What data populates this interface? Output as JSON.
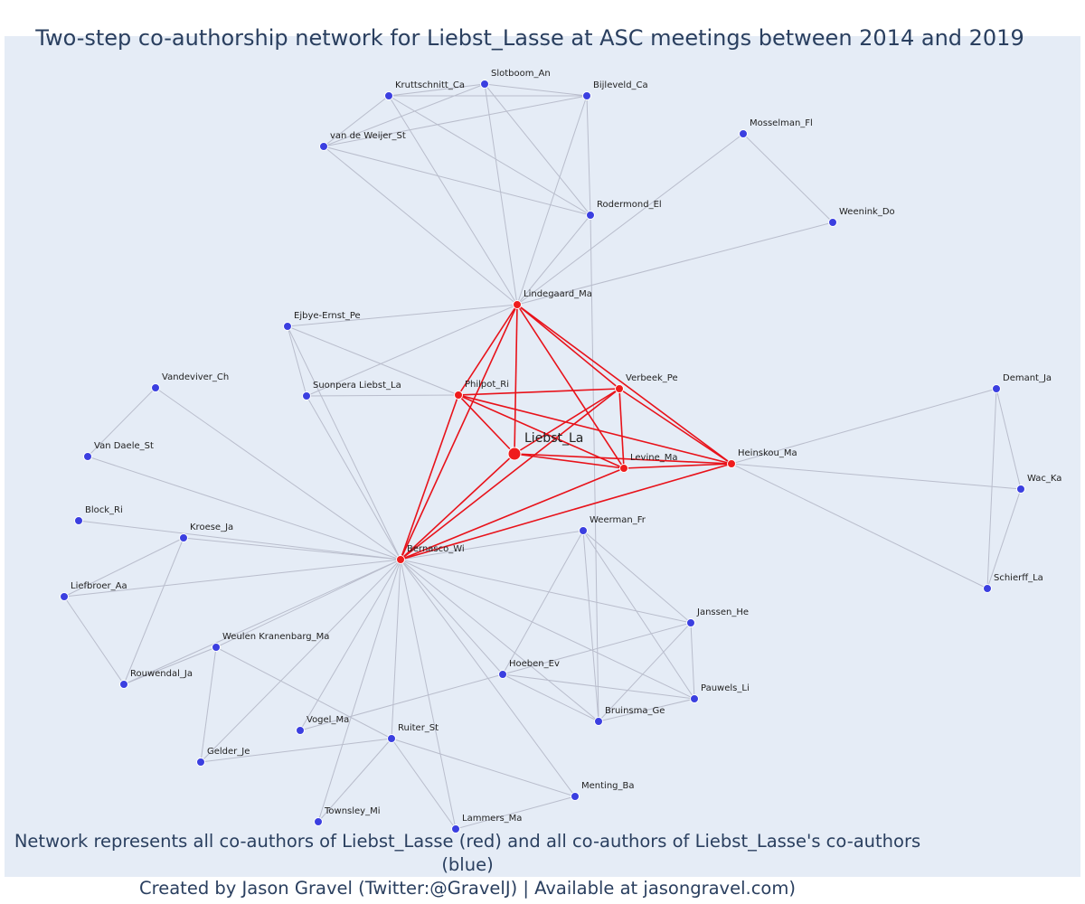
{
  "title": "Two-step co-authorship network for Liebst_Lasse at ASC meetings between 2014 and 2019",
  "footer": {
    "line1": "Network represents all co-authors of Liebst_Lasse (red) and all co-authors of Liebst_Lasse's co-authors (blue)",
    "line2": "Created by Jason Gravel (Twitter:@GravelJ) | Available at jasongravel.com)"
  },
  "colors": {
    "background": "#e5ecf6",
    "red_node": "#ef1c1c",
    "blue_node": "#3b3fe0",
    "red_edge": "#e8121a",
    "gray_edge": "#b9bdcc",
    "text": "#2a3f5f"
  },
  "network": {
    "ego": "Liebst_La",
    "nodes": [
      {
        "id": "Liebst_La",
        "type": "ego"
      },
      {
        "id": "Lindegaard_Ma",
        "type": "red"
      },
      {
        "id": "Philpot_Ri",
        "type": "red"
      },
      {
        "id": "Verbeek_Pe",
        "type": "red"
      },
      {
        "id": "Levine_Ma",
        "type": "red"
      },
      {
        "id": "Heinskou_Ma",
        "type": "red"
      },
      {
        "id": "Bernasco_Wi",
        "type": "red"
      },
      {
        "id": "Slotboom_An",
        "type": "blue"
      },
      {
        "id": "Kruttschnitt_Ca",
        "type": "blue"
      },
      {
        "id": "Bijleveld_Ca",
        "type": "blue"
      },
      {
        "id": "van de Weijer_St",
        "type": "blue"
      },
      {
        "id": "Mosselman_Fl",
        "type": "blue"
      },
      {
        "id": "Rodermond_El",
        "type": "blue"
      },
      {
        "id": "Weenink_Do",
        "type": "blue"
      },
      {
        "id": "Ejbye-Ernst_Pe",
        "type": "blue"
      },
      {
        "id": "Suonpera Liebst_La",
        "type": "blue"
      },
      {
        "id": "Vandeviver_Ch",
        "type": "blue"
      },
      {
        "id": "Van Daele_St",
        "type": "blue"
      },
      {
        "id": "Block_Ri",
        "type": "blue"
      },
      {
        "id": "Kroese_Ja",
        "type": "blue"
      },
      {
        "id": "Liefbroer_Aa",
        "type": "blue"
      },
      {
        "id": "Weulen Kranenbarg_Ma",
        "type": "blue"
      },
      {
        "id": "Rouwendal_Ja",
        "type": "blue"
      },
      {
        "id": "Demant_Ja",
        "type": "blue"
      },
      {
        "id": "Wac_Ka",
        "type": "blue"
      },
      {
        "id": "Schierff_La",
        "type": "blue"
      },
      {
        "id": "Weerman_Fr",
        "type": "blue"
      },
      {
        "id": "Janssen_He",
        "type": "blue"
      },
      {
        "id": "Hoeben_Ev",
        "type": "blue"
      },
      {
        "id": "Pauwels_Li",
        "type": "blue"
      },
      {
        "id": "Bruinsma_Ge",
        "type": "blue"
      },
      {
        "id": "Vogel_Ma",
        "type": "blue"
      },
      {
        "id": "Ruiter_St",
        "type": "blue"
      },
      {
        "id": "Gelder_Je",
        "type": "blue"
      },
      {
        "id": "Menting_Ba",
        "type": "blue"
      },
      {
        "id": "Townsley_Mi",
        "type": "blue"
      },
      {
        "id": "Lammers_Ma",
        "type": "blue"
      }
    ],
    "red_edges": [
      [
        "Liebst_La",
        "Lindegaard_Ma"
      ],
      [
        "Liebst_La",
        "Philpot_Ri"
      ],
      [
        "Liebst_La",
        "Verbeek_Pe"
      ],
      [
        "Liebst_La",
        "Levine_Ma"
      ],
      [
        "Liebst_La",
        "Heinskou_Ma"
      ],
      [
        "Liebst_La",
        "Bernasco_Wi"
      ],
      [
        "Lindegaard_Ma",
        "Philpot_Ri"
      ],
      [
        "Lindegaard_Ma",
        "Verbeek_Pe"
      ],
      [
        "Lindegaard_Ma",
        "Levine_Ma"
      ],
      [
        "Lindegaard_Ma",
        "Heinskou_Ma"
      ],
      [
        "Lindegaard_Ma",
        "Bernasco_Wi"
      ],
      [
        "Philpot_Ri",
        "Verbeek_Pe"
      ],
      [
        "Philpot_Ri",
        "Levine_Ma"
      ],
      [
        "Philpot_Ri",
        "Heinskou_Ma"
      ],
      [
        "Philpot_Ri",
        "Bernasco_Wi"
      ],
      [
        "Verbeek_Pe",
        "Levine_Ma"
      ],
      [
        "Verbeek_Pe",
        "Heinskou_Ma"
      ],
      [
        "Verbeek_Pe",
        "Bernasco_Wi"
      ],
      [
        "Levine_Ma",
        "Heinskou_Ma"
      ],
      [
        "Levine_Ma",
        "Bernasco_Wi"
      ],
      [
        "Heinskou_Ma",
        "Bernasco_Wi"
      ]
    ],
    "gray_edges": [
      [
        "Kruttschnitt_Ca",
        "Slotboom_An"
      ],
      [
        "Kruttschnitt_Ca",
        "Bijleveld_Ca"
      ],
      [
        "Kruttschnitt_Ca",
        "van de Weijer_St"
      ],
      [
        "Kruttschnitt_Ca",
        "Rodermond_El"
      ],
      [
        "Kruttschnitt_Ca",
        "Lindegaard_Ma"
      ],
      [
        "Slotboom_An",
        "Bijleveld_Ca"
      ],
      [
        "Slotboom_An",
        "van de Weijer_St"
      ],
      [
        "Slotboom_An",
        "Rodermond_El"
      ],
      [
        "Slotboom_An",
        "Lindegaard_Ma"
      ],
      [
        "Bijleveld_Ca",
        "van de Weijer_St"
      ],
      [
        "Bijleveld_Ca",
        "Rodermond_El"
      ],
      [
        "Bijleveld_Ca",
        "Lindegaard_Ma"
      ],
      [
        "van de Weijer_St",
        "Rodermond_El"
      ],
      [
        "van de Weijer_St",
        "Lindegaard_Ma"
      ],
      [
        "Rodermond_El",
        "Lindegaard_Ma"
      ],
      [
        "Rodermond_El",
        "Bruinsma_Ge"
      ],
      [
        "Mosselman_Fl",
        "Weenink_Do"
      ],
      [
        "Mosselman_Fl",
        "Lindegaard_Ma"
      ],
      [
        "Weenink_Do",
        "Lindegaard_Ma"
      ],
      [
        "Ejbye-Ernst_Pe",
        "Lindegaard_Ma"
      ],
      [
        "Ejbye-Ernst_Pe",
        "Philpot_Ri"
      ],
      [
        "Ejbye-Ernst_Pe",
        "Suonpera Liebst_La"
      ],
      [
        "Ejbye-Ernst_Pe",
        "Bernasco_Wi"
      ],
      [
        "Suonpera Liebst_La",
        "Lindegaard_Ma"
      ],
      [
        "Suonpera Liebst_La",
        "Philpot_Ri"
      ],
      [
        "Suonpera Liebst_La",
        "Bernasco_Wi"
      ],
      [
        "Vandeviver_Ch",
        "Van Daele_St"
      ],
      [
        "Vandeviver_Ch",
        "Bernasco_Wi"
      ],
      [
        "Van Daele_St",
        "Bernasco_Wi"
      ],
      [
        "Block_Ri",
        "Bernasco_Wi"
      ],
      [
        "Kroese_Ja",
        "Liefbroer_Aa"
      ],
      [
        "Kroese_Ja",
        "Rouwendal_Ja"
      ],
      [
        "Kroese_Ja",
        "Bernasco_Wi"
      ],
      [
        "Liefbroer_Aa",
        "Rouwendal_Ja"
      ],
      [
        "Liefbroer_Aa",
        "Bernasco_Wi"
      ],
      [
        "Rouwendal_Ja",
        "Bernasco_Wi"
      ],
      [
        "Weulen Kranenbarg_Ma",
        "Bernasco_Wi"
      ],
      [
        "Weulen Kranenbarg_Ma",
        "Gelder_Je"
      ],
      [
        "Weulen Kranenbarg_Ma",
        "Ruiter_St"
      ],
      [
        "Weulen Kranenbarg_Ma",
        "Rouwendal_Ja"
      ],
      [
        "Gelder_Je",
        "Bernasco_Wi"
      ],
      [
        "Gelder_Je",
        "Ruiter_St"
      ],
      [
        "Heinskou_Ma",
        "Demant_Ja"
      ],
      [
        "Heinskou_Ma",
        "Wac_Ka"
      ],
      [
        "Heinskou_Ma",
        "Schierff_La"
      ],
      [
        "Demant_Ja",
        "Wac_Ka"
      ],
      [
        "Demant_Ja",
        "Schierff_La"
      ],
      [
        "Wac_Ka",
        "Schierff_La"
      ],
      [
        "Weerman_Fr",
        "Bernasco_Wi"
      ],
      [
        "Weerman_Fr",
        "Janssen_He"
      ],
      [
        "Weerman_Fr",
        "Hoeben_Ev"
      ],
      [
        "Weerman_Fr",
        "Pauwels_Li"
      ],
      [
        "Weerman_Fr",
        "Bruinsma_Ge"
      ],
      [
        "Janssen_He",
        "Bernasco_Wi"
      ],
      [
        "Janssen_He",
        "Hoeben_Ev"
      ],
      [
        "Janssen_He",
        "Pauwels_Li"
      ],
      [
        "Janssen_He",
        "Bruinsma_Ge"
      ],
      [
        "Hoeben_Ev",
        "Bernasco_Wi"
      ],
      [
        "Hoeben_Ev",
        "Pauwels_Li"
      ],
      [
        "Hoeben_Ev",
        "Bruinsma_Ge"
      ],
      [
        "Hoeben_Ev",
        "Vogel_Ma"
      ],
      [
        "Pauwels_Li",
        "Bernasco_Wi"
      ],
      [
        "Pauwels_Li",
        "Bruinsma_Ge"
      ],
      [
        "Bruinsma_Ge",
        "Bernasco_Wi"
      ],
      [
        "Vogel_Ma",
        "Bernasco_Wi"
      ],
      [
        "Ruiter_St",
        "Bernasco_Wi"
      ],
      [
        "Ruiter_St",
        "Townsley_Mi"
      ],
      [
        "Ruiter_St",
        "Lammers_Ma"
      ],
      [
        "Ruiter_St",
        "Menting_Ba"
      ],
      [
        "Menting_Ba",
        "Bernasco_Wi"
      ],
      [
        "Menting_Ba",
        "Lammers_Ma"
      ],
      [
        "Townsley_Mi",
        "Bernasco_Wi"
      ],
      [
        "Lammers_Ma",
        "Bernasco_Wi"
      ]
    ]
  }
}
